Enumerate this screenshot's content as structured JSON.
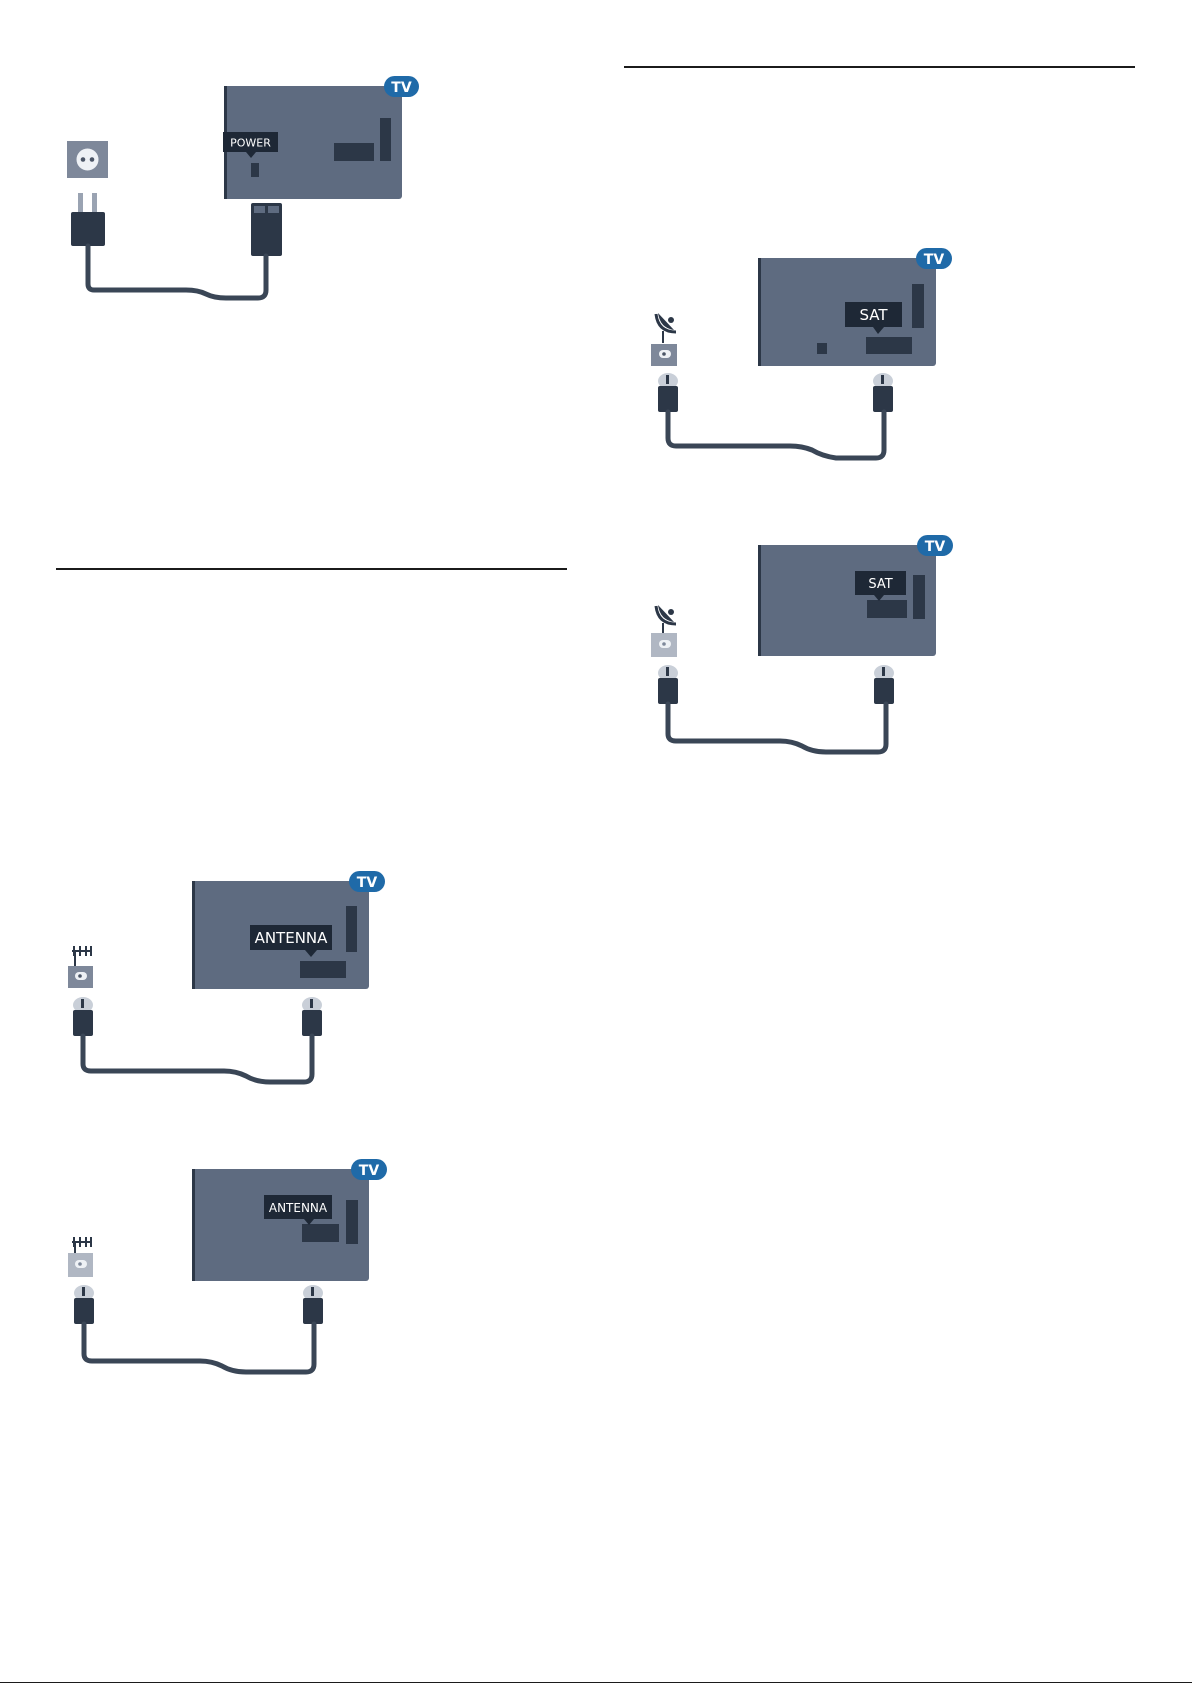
{
  "diagrams": {
    "power": {
      "tv_badge": "TV",
      "port_label": "POWER",
      "socket_icon": "wall-socket-icon",
      "plug_icon": "power-plug-icon"
    },
    "sat1": {
      "tv_badge": "TV",
      "port_label": "SAT",
      "source_icon": "satellite-dish-icon"
    },
    "sat2": {
      "tv_badge": "TV",
      "port_label": "SAT",
      "source_icon": "satellite-dish-icon"
    },
    "antenna1": {
      "tv_badge": "TV",
      "port_label": "ANTENNA",
      "source_icon": "antenna-icon"
    },
    "antenna2": {
      "tv_badge": "TV",
      "port_label": "ANTENNA",
      "source_icon": "antenna-icon"
    }
  },
  "colors": {
    "tv_body": "#5e6b80",
    "tv_dark": "#2c3747",
    "badge": "#1f6aa8",
    "cable": "#3a4656",
    "wall_plate": "#7e889a",
    "rule": "#1b1b1b"
  }
}
